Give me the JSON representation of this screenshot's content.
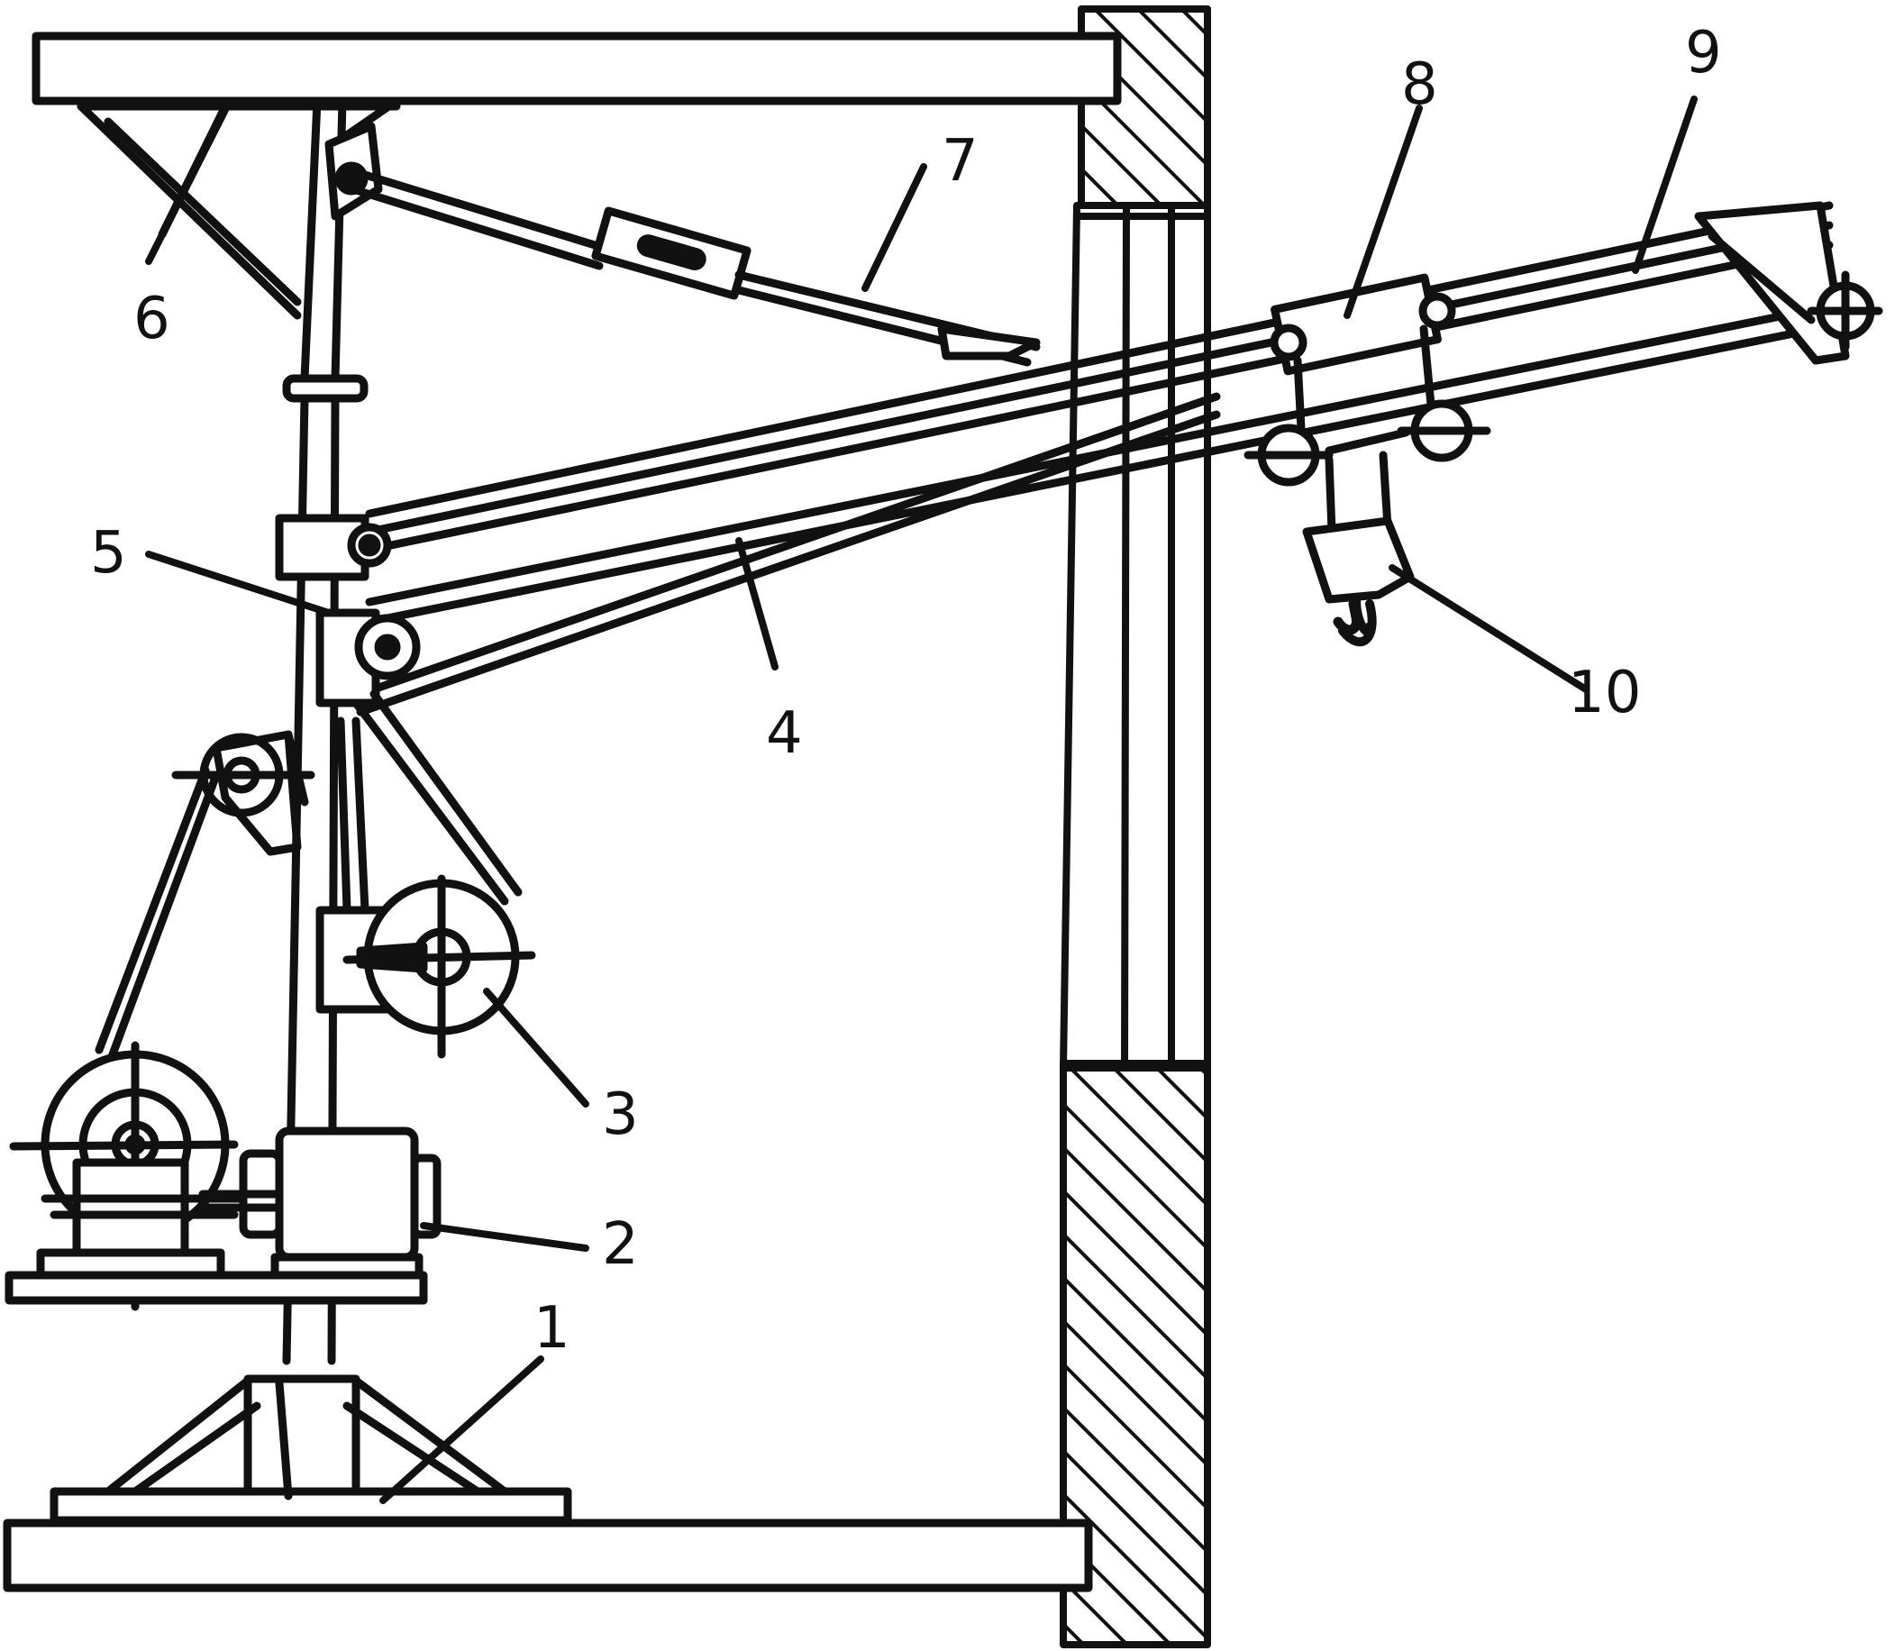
{
  "diagram": {
    "labels": {
      "l1": "1",
      "l2": "2",
      "l3": "3",
      "l4": "4",
      "l5": "5",
      "l6": "6",
      "l7": "7",
      "l8": "8",
      "l9": "9",
      "l10": "10"
    }
  },
  "colors": {
    "ink": "#111111",
    "paper": "#ffffff"
  }
}
